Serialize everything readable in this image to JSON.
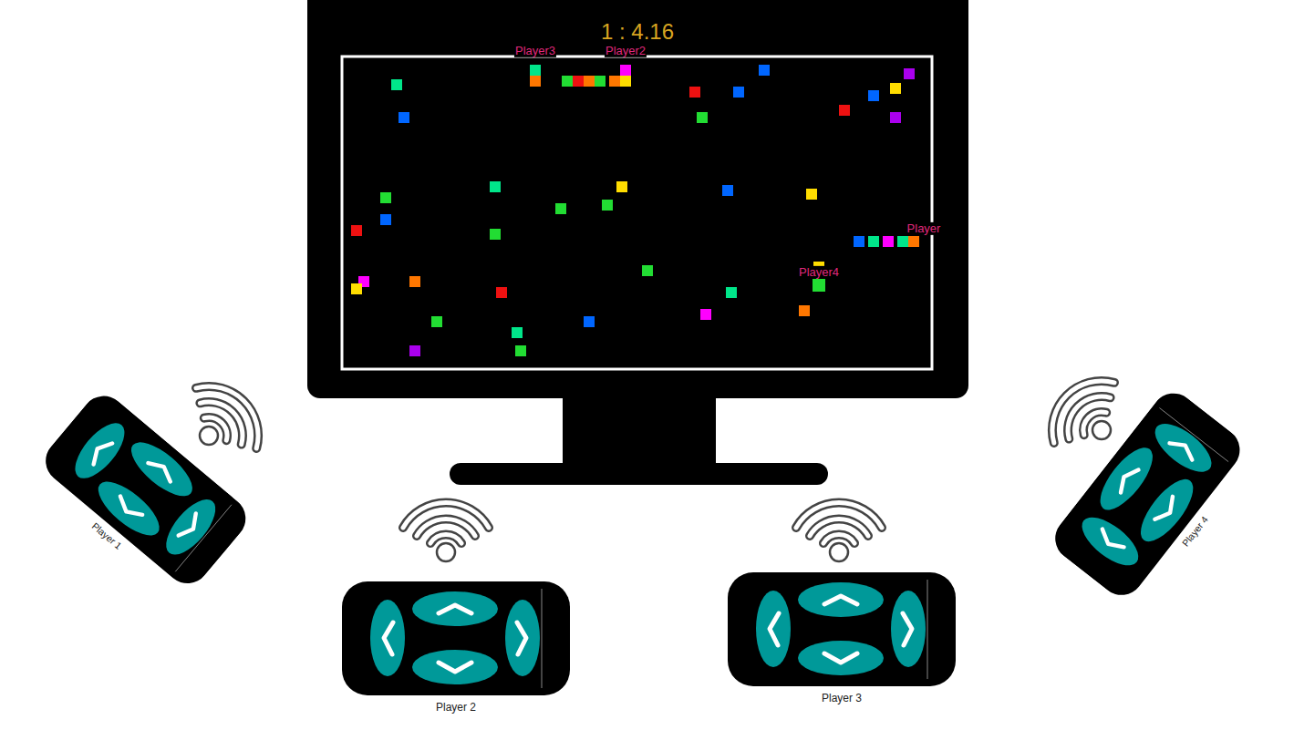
{
  "diagram": {
    "nodes": [
      {
        "text": [
          "Player 1"
        ]
      },
      {
        "text": [
          "Player 2"
        ]
      },
      {
        "text": [
          "Player 3"
        ]
      },
      {
        "text": [
          "Player 4"
        ]
      }
    ],
    "labels": [
      "1 : 4.16",
      "Player3",
      "Player2",
      "Player",
      "Player4"
    ]
  }
}
